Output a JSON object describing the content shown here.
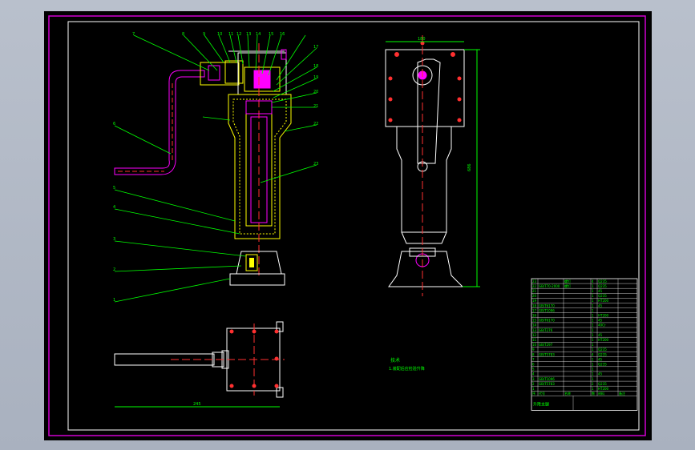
{
  "drawing": {
    "callouts": [
      "1",
      "2",
      "3",
      "4",
      "5",
      "6",
      "7",
      "8",
      "9",
      "10",
      "11",
      "12",
      "13",
      "14",
      "15",
      "16",
      "17",
      "18",
      "19",
      "20",
      "21",
      "22",
      "23"
    ],
    "dimension_top": "180",
    "dimension_side": "686",
    "dimension_bottom": "245",
    "notes_title": "技术",
    "notes_line": "1.装配后应检验升降",
    "table_header": [
      "序",
      "代号",
      "名称",
      "数",
      "材料",
      "备注"
    ],
    "table_rows": [
      [
        "23",
        "",
        "螺钉",
        "4",
        "Q235",
        ""
      ],
      [
        "22",
        "GB/T70-2000",
        "螺钉",
        "1",
        "Q235",
        ""
      ],
      [
        "21",
        "",
        "",
        "1",
        "45",
        ""
      ],
      [
        "20",
        "",
        "",
        "1",
        "Q235",
        ""
      ],
      [
        "19",
        "",
        "",
        "1",
        "HT200",
        ""
      ],
      [
        "18",
        "GB/T6170",
        "",
        "1",
        "45",
        ""
      ],
      [
        "17",
        "GB/T1096",
        "",
        "1",
        "",
        ""
      ],
      [
        "16",
        "",
        "",
        "1",
        "HT200",
        ""
      ],
      [
        "15",
        "GB/T6170",
        "",
        "1",
        "45",
        ""
      ],
      [
        "14",
        "",
        "",
        "1",
        "40Cr",
        ""
      ],
      [
        "13",
        "GB/T276",
        "",
        "1",
        "",
        ""
      ],
      [
        "12",
        "",
        "",
        "1",
        "45",
        ""
      ],
      [
        "11",
        "",
        "",
        "1",
        "HT200",
        ""
      ],
      [
        "10",
        "GB/T297",
        "",
        "1",
        "",
        ""
      ],
      [
        "9",
        "",
        "",
        "1",
        "Q235",
        ""
      ],
      [
        "8",
        "GB/T5783",
        "",
        "4",
        "Q235",
        ""
      ],
      [
        "7",
        "",
        "",
        "1",
        "45",
        ""
      ],
      [
        "6",
        "",
        "",
        "1",
        "Q235",
        ""
      ],
      [
        "5",
        "",
        "",
        "1",
        "",
        ""
      ],
      [
        "4",
        "",
        "",
        "1",
        "45",
        ""
      ],
      [
        "3",
        "GB/T1096",
        "",
        "1",
        "",
        ""
      ],
      [
        "2",
        "GB/T5783",
        "",
        "2",
        "Q235",
        ""
      ],
      [
        "1",
        "",
        "",
        "1",
        "HT200",
        ""
      ]
    ],
    "title_block": "升降支腿"
  }
}
